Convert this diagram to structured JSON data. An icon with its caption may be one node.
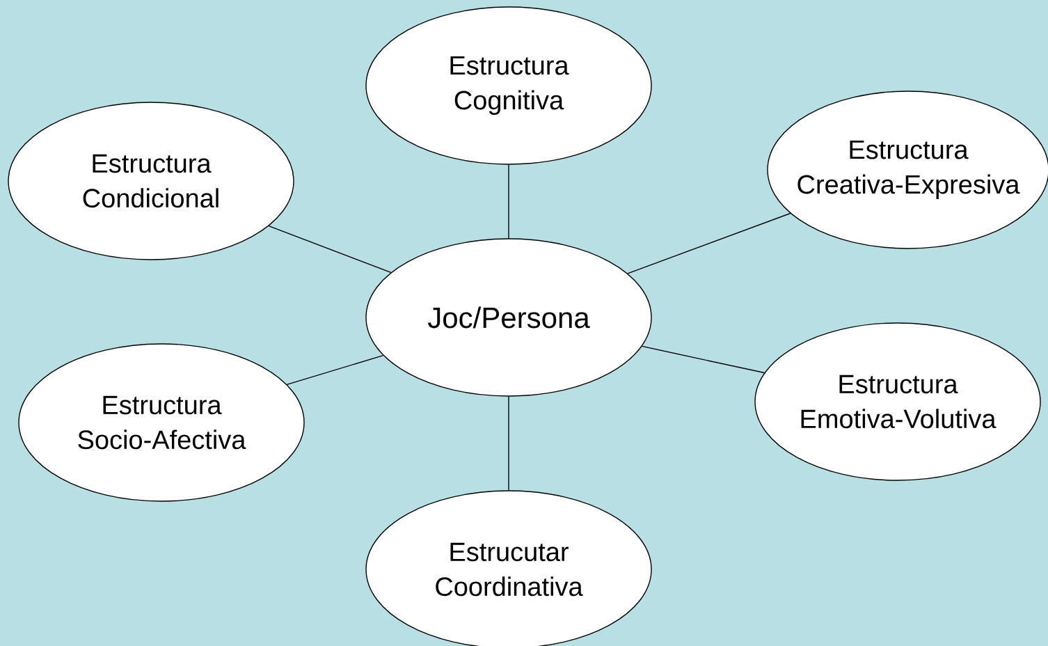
{
  "diagram": {
    "nodes": [
      {
        "text": [
          "Estructura Cognitiva"
        ]
      },
      {
        "text": [
          "Estructura Condicional"
        ]
      },
      {
        "text": [
          "Estructura Creativa-Expresiva"
        ]
      },
      {
        "text": [
          "Joc/Persona"
        ]
      },
      {
        "text": [
          "Estructura Socio-Afectiva"
        ]
      },
      {
        "text": [
          "Estructura Emotiva-Volutiva"
        ]
      },
      {
        "text": [
          "Estrucutar Coordinativa"
        ]
      }
    ],
    "edges": [
      {
        "from": 3,
        "to": 0,
        "arrow": "none"
      },
      {
        "from": 3,
        "to": 1,
        "arrow": "none"
      },
      {
        "from": 3,
        "to": 2,
        "arrow": "none"
      },
      {
        "from": 3,
        "to": 4,
        "arrow": "none"
      },
      {
        "from": 3,
        "to": 5,
        "arrow": "none"
      },
      {
        "from": 3,
        "to": 6,
        "arrow": "none"
      }
    ]
  }
}
